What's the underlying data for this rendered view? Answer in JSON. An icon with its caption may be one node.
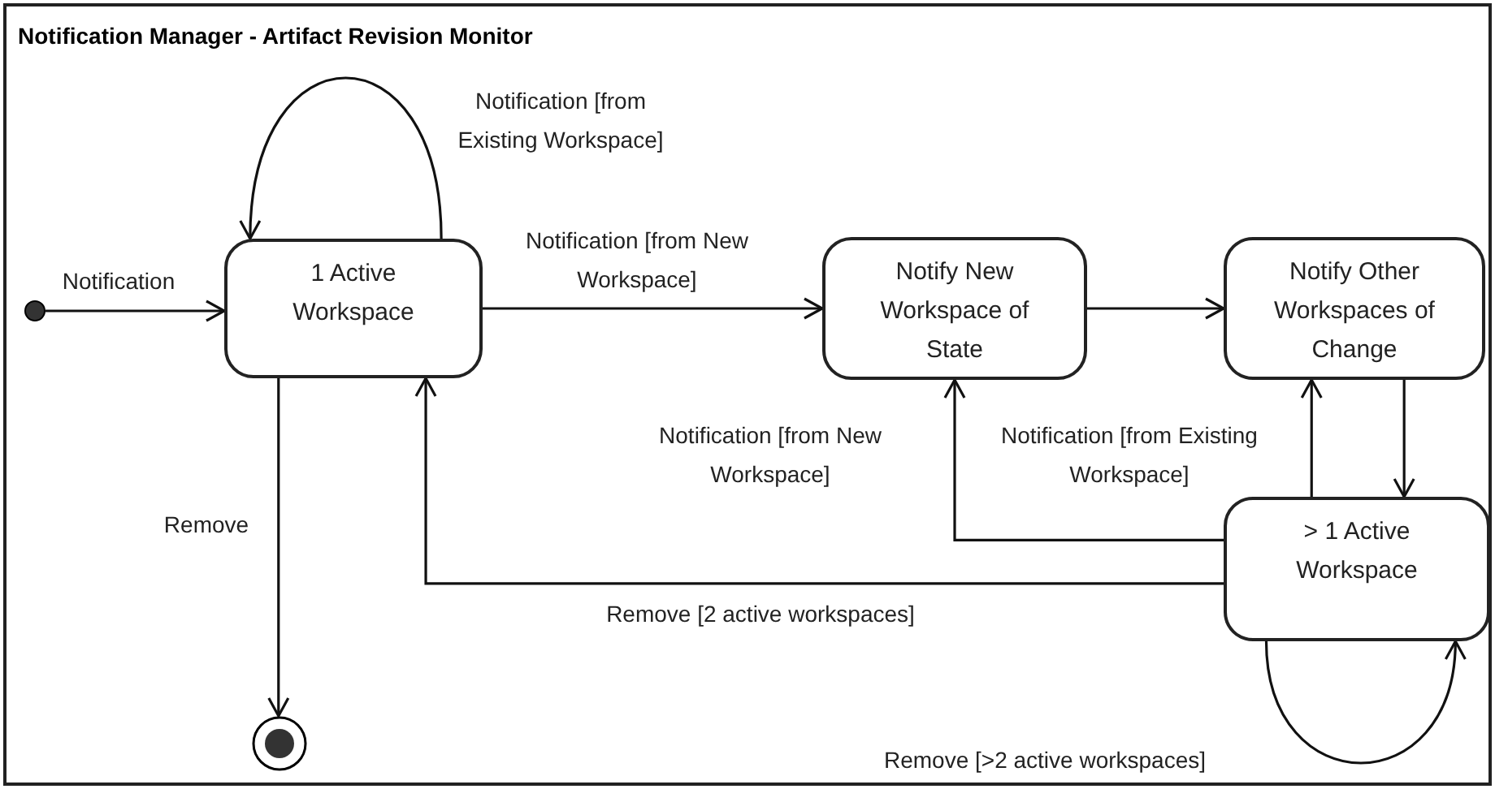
{
  "diagram": {
    "nodes": [
      {
        "text": [
          "Notification Manager - Artifact Revision Monitor"
        ]
      },
      {
        "text": [],
        "shape": "circle",
        "in": 0
      },
      {
        "text": [
          "1 Active Workspace"
        ],
        "in": 0
      },
      {
        "text": [
          "Notify New Workspace of State"
        ],
        "in": 0
      },
      {
        "text": [
          "Notify Other Workspaces of Change"
        ],
        "in": 0
      },
      {
        "text": [
          "> 1 Active Workspace"
        ],
        "in": 0
      },
      {
        "text": [],
        "shape": "bullseye",
        "in": 0
      }
    ],
    "edges": [
      {
        "from": 1,
        "to": 2,
        "arrow": "to",
        "label": "Notification"
      },
      {
        "from": 2,
        "to": 2,
        "arrow": "to",
        "label": "Notification [from Existing Workspace]"
      },
      {
        "from": 2,
        "to": 3,
        "arrow": "to",
        "label": "Notification [from New Workspace]"
      },
      {
        "from": 3,
        "to": 4,
        "arrow": "to"
      },
      {
        "from": 4,
        "to": 5,
        "arrow": "to"
      },
      {
        "from": 5,
        "to": 4,
        "arrow": "to",
        "label": "Notification [from Existing Workspace]"
      },
      {
        "from": 5,
        "to": 3,
        "arrow": "to",
        "label": "Notification [from New Workspace]"
      },
      {
        "from": 5,
        "to": 2,
        "arrow": "to",
        "label": "Remove [2 active workspaces]"
      },
      {
        "from": 5,
        "to": 5,
        "arrow": "to",
        "label": "Remove [>2 active workspaces]"
      },
      {
        "from": 2,
        "to": 6,
        "arrow": "to",
        "label": "Remove"
      }
    ]
  }
}
